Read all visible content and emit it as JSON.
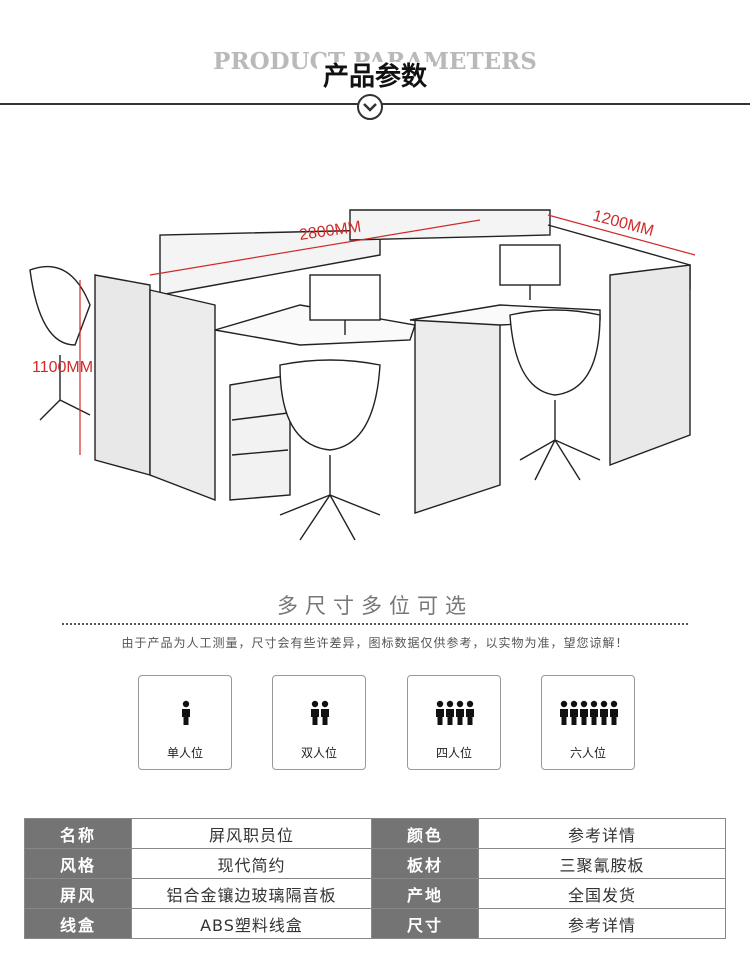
{
  "header": {
    "title_en": "PRODUCT PARAMETERS",
    "title_cn": "产品参数",
    "badge_icon": "chevron-down-circle-icon"
  },
  "illustration": {
    "dim_width": "2800MM",
    "dim_depth": "1200MM",
    "dim_height": "1100MM"
  },
  "options": {
    "title": "多尺寸多位可选",
    "note": "由于产品为人工测量，尺寸会有些许差异，图标数据仅供参考，以实物为准，望您谅解！",
    "items": [
      {
        "label": "单人位",
        "count": 1
      },
      {
        "label": "双人位",
        "count": 2
      },
      {
        "label": "四人位",
        "count": 4
      },
      {
        "label": "六人位",
        "count": 6
      }
    ]
  },
  "params": {
    "rows": [
      {
        "k1": "名称",
        "v1": "屏风职员位",
        "k2": "颜色",
        "v2": "参考详情"
      },
      {
        "k1": "风格",
        "v1": "现代简约",
        "k2": "板材",
        "v2": "三聚氰胺板"
      },
      {
        "k1": "屏风",
        "v1": "铝合金镶边玻璃隔音板",
        "k2": "产地",
        "v2": "全国发货"
      },
      {
        "k1": "线盒",
        "v1": "ABS塑料线盒",
        "k2": "尺寸",
        "v2": "参考详情"
      }
    ]
  }
}
